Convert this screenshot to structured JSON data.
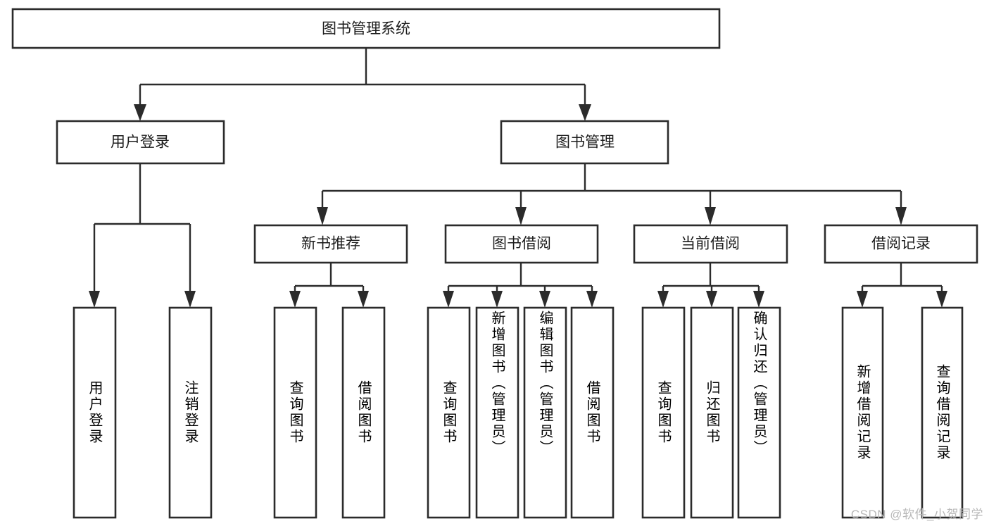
{
  "diagram": {
    "title": "图书管理系统",
    "type": "hierarchy-tree",
    "watermark": "CSDN @软件_小贺同学",
    "colors": {
      "background": "#ffffff",
      "box_fill": "#ffffff",
      "box_stroke": "#2b2b2b",
      "text": "#1c1c1c",
      "watermark": "#b8b8b8"
    },
    "root": {
      "label": "图书管理系统"
    },
    "level2": [
      {
        "label": "用户登录"
      },
      {
        "label": "图书管理"
      }
    ],
    "level3": [
      {
        "label": "新书推荐"
      },
      {
        "label": "图书借阅"
      },
      {
        "label": "当前借阅"
      },
      {
        "label": "借阅记录"
      }
    ],
    "leaves": {
      "user_login": [
        {
          "label": "用户登录"
        },
        {
          "label": "注销登录"
        }
      ],
      "new_book_recommend": [
        {
          "label": "查询图书"
        },
        {
          "label": "借阅图书"
        }
      ],
      "book_borrow": [
        {
          "label": "查询图书"
        },
        {
          "label": "新增图书（管理员）"
        },
        {
          "label": "编辑图书（管理员）"
        },
        {
          "label": "借阅图书"
        }
      ],
      "current_borrow": [
        {
          "label": "查询图书"
        },
        {
          "label": "归还图书"
        },
        {
          "label": "确认归还（管理员）"
        }
      ],
      "borrow_records": [
        {
          "label": "新增借阅记录"
        },
        {
          "label": "查询借阅记录"
        }
      ]
    }
  }
}
